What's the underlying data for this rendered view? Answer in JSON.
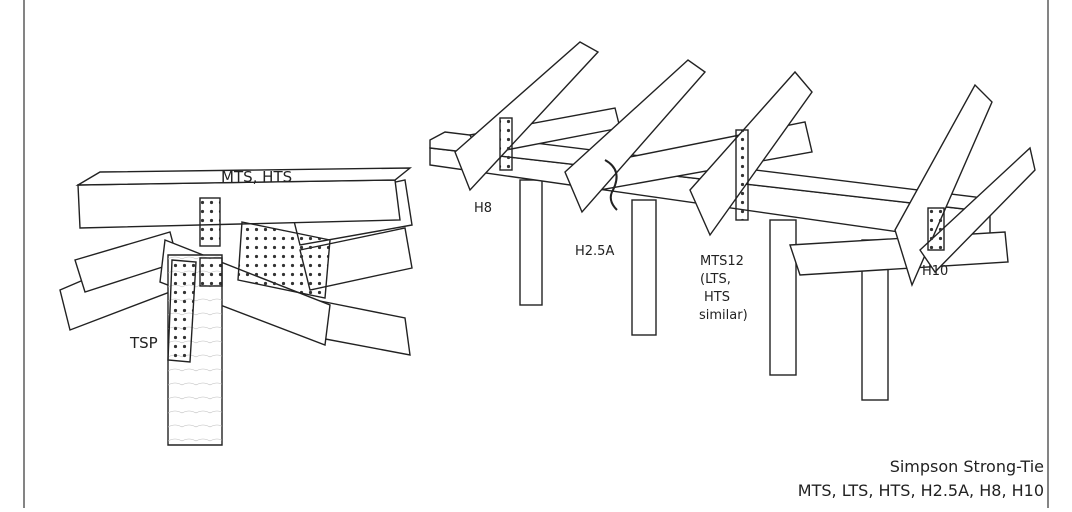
{
  "labels": {
    "mts_hts": "MTS, HTS",
    "tsp": "TSP",
    "h8": "H8",
    "h25a": "H2.5A",
    "mts12_l1": "MTS12",
    "mts12_l2": "(LTS,",
    "mts12_l3": "HTS",
    "mts12_l4": "similar)",
    "h10": "H10"
  },
  "caption": {
    "line1": "Simpson Strong-Tie",
    "line2": "MTS, LTS, HTS, H2.5A, H8, H10"
  }
}
